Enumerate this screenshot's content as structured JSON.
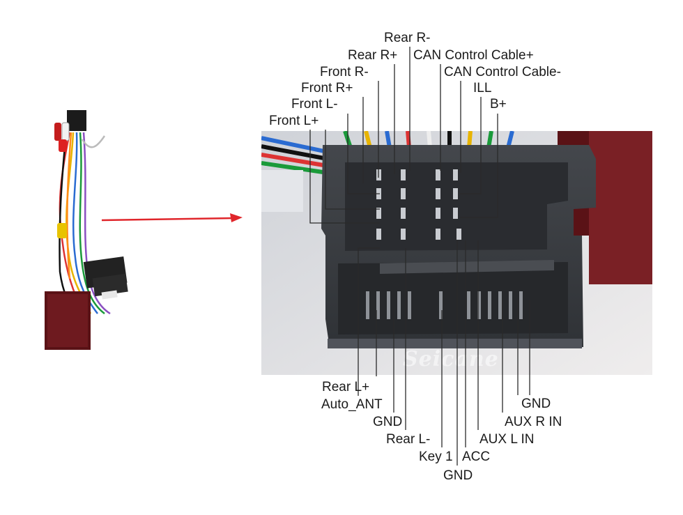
{
  "colors": {
    "arrow": "#e0262b",
    "leader": "#2a2a2a",
    "connector_body": "#3d4045",
    "photo_bg": "#e9e6e6"
  },
  "watermark": "Seicane",
  "labels_top": {
    "rear_r_minus": "Rear R-",
    "rear_r_plus": "Rear R+",
    "front_r_minus": "Front R-",
    "front_r_plus": "Front R+",
    "front_l_minus": "Front L-",
    "front_l_plus": "Front L+",
    "can_control_plus": "CAN Control Cable+",
    "can_control_minus": "CAN Control Cable-",
    "ill": "ILL",
    "b_plus": "B+"
  },
  "labels_bottom": {
    "rear_l_plus": "Rear L+",
    "auto_ant": "Auto_ANT",
    "gnd_1": "GND",
    "rear_l_minus": "Rear L-",
    "key_1": "Key 1",
    "gnd_2": "GND",
    "acc": "ACC",
    "aux_l_in": "AUX L IN",
    "aux_r_in": "AUX R IN",
    "gnd_3": "GND"
  }
}
